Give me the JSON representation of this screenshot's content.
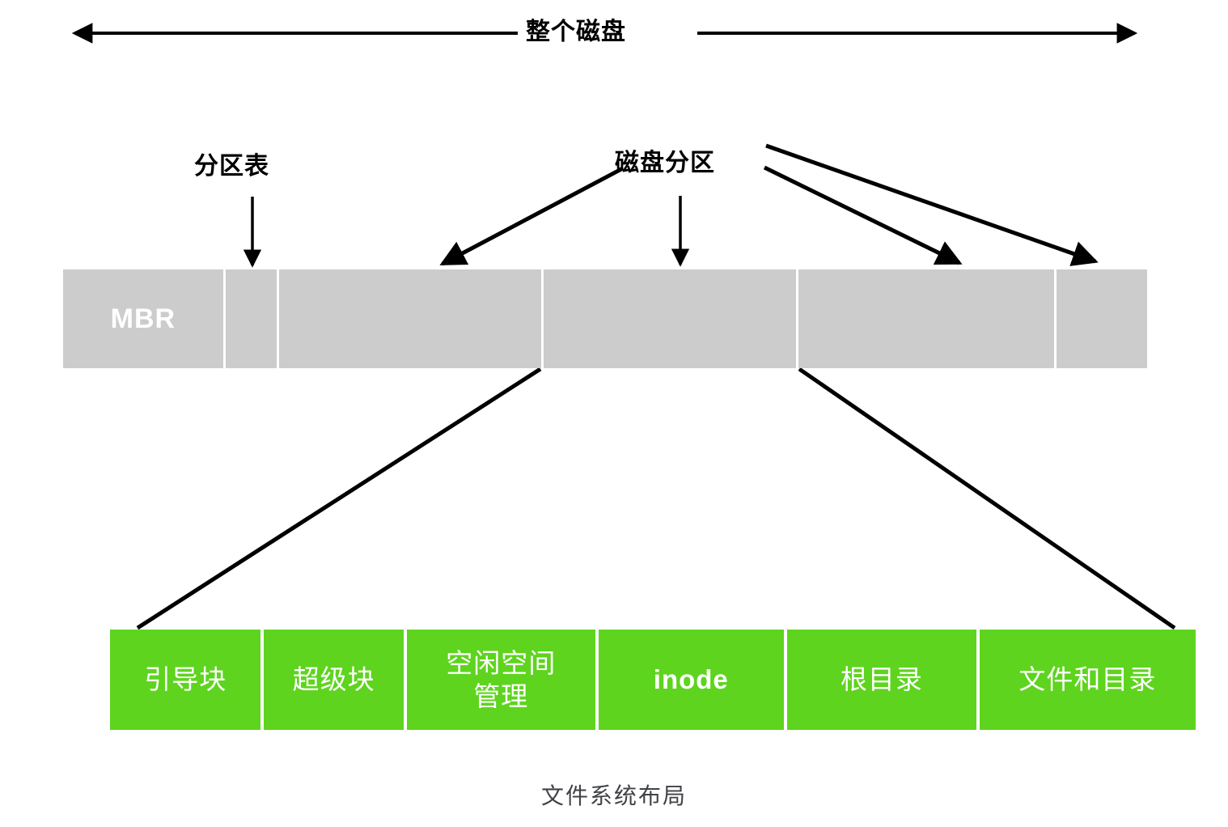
{
  "diagram": {
    "caption": "文件系统布局",
    "top_axis": {
      "label": "整个磁盘",
      "arrow_style": "double-headed"
    },
    "callouts": [
      {
        "name": "partition-table",
        "label": "分区表",
        "arrows": 1
      },
      {
        "name": "disk-partition",
        "label": "磁盘分区",
        "arrows": 4
      }
    ],
    "disk_bar": {
      "name": "whole-disk-bar",
      "color": "#cccccc",
      "segments": [
        {
          "label": "MBR",
          "flex": 200,
          "has_label": true
        },
        {
          "label": "",
          "flex": 64,
          "has_label": false
        },
        {
          "label": "",
          "flex": 328,
          "has_label": false
        },
        {
          "label": "",
          "flex": 315,
          "has_label": false
        },
        {
          "label": "",
          "flex": 320,
          "has_label": false
        },
        {
          "label": "",
          "flex": 113,
          "has_label": false
        }
      ]
    },
    "fs_bar": {
      "name": "filesystem-layout-bar",
      "color": "#5ed41e",
      "cells": [
        {
          "label": "引导块",
          "flex": 188,
          "latin": false
        },
        {
          "label": "超级块",
          "flex": 173,
          "latin": false
        },
        {
          "label": "空闲空间\n管理",
          "flex": 237,
          "latin": false
        },
        {
          "label": "inode",
          "flex": 233,
          "latin": true
        },
        {
          "label": "根目录",
          "flex": 238,
          "latin": false
        },
        {
          "label": "文件和目录",
          "flex": 273,
          "latin": false
        }
      ]
    },
    "colors": {
      "gray": "#cccccc",
      "green": "#5ed41e",
      "stroke": "#000000",
      "caption": "#404247",
      "background": "#ffffff"
    }
  }
}
